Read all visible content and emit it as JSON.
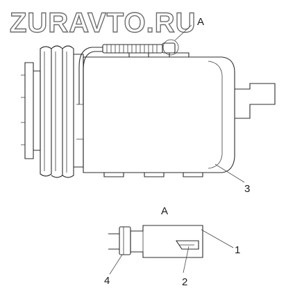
{
  "watermark": {
    "text": "ZURAVTO.RU"
  },
  "detail_letter": "A",
  "view_title": "A",
  "callouts": [
    {
      "id": "1",
      "label": "1"
    },
    {
      "id": "2",
      "label": "2"
    },
    {
      "id": "3",
      "label": "3"
    },
    {
      "id": "4",
      "label": "4"
    }
  ]
}
